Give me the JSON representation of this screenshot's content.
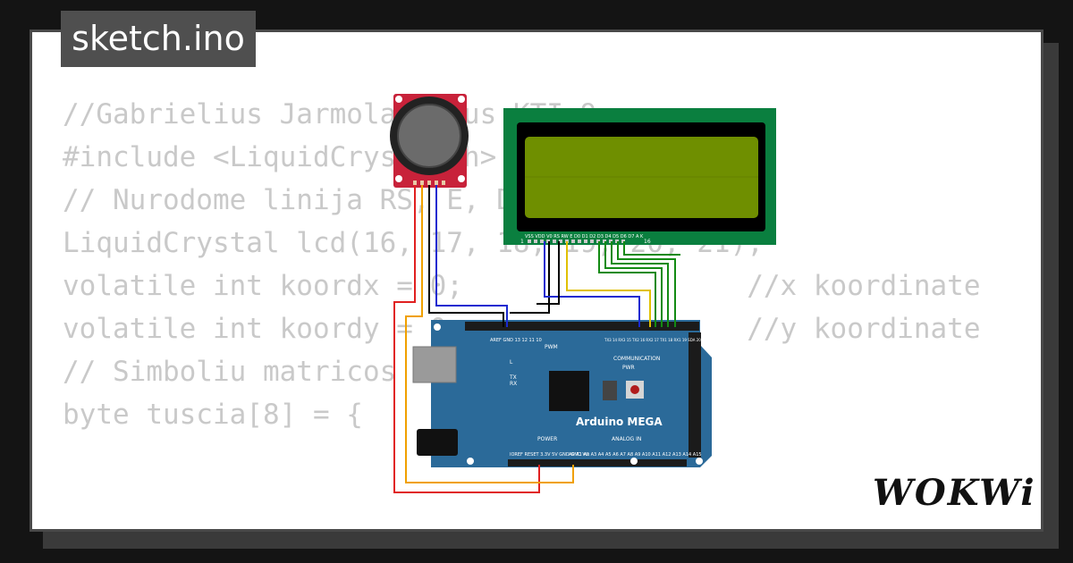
{
  "title": "sketch.ino",
  "code_lines": [
    "//Gabrielius Jarmolavičius KTI-9",
    "",
    "#include <LiquidCrystal.h>",
    "",
    "// Nurodome linija RS, E, D4, D5, D6, D7",
    "LiquidCrystal lcd(16, 17, 18, 19, 20, 21);",
    "volatile int koordx = 0;                 //x koordinate",
    "volatile int koordy = 0;                 //y koordinate",
    "",
    "// Simboliu matricos",
    "byte tuscia[8] = {"
  ],
  "board": {
    "name": "Arduino MEGA",
    "pwm_label": "PWM",
    "communication_label": "COMMUNICATION",
    "power_label": "POWER",
    "analog_label": "ANALOG IN",
    "led_l": "L",
    "led_tx": "TX",
    "led_rx": "RX",
    "pwr": "PWR",
    "top_pins_left": "AREF GND 13 12 11 10",
    "top_pins_right": "TX3 14 RX3 15 TX2 16 RX2 17 TX1 18 RX1 19 SDA 20 SCL 21",
    "power_pins": "IOREF RESET 3.3V 5V GND GND Vin",
    "analog_pins": "A0 A1 A2 A3 A4 A5 A6 A7 A8 A9 A10 A11 A12 A13 A14 A15"
  },
  "lcd": {
    "pin_labels": "VSS VDD V0 RS RW E D0 D1 D2 D3 D4 D5 D6 D7 A K",
    "pin_first": "1",
    "pin_last": "16"
  },
  "brand": "WOKWi",
  "colors": {
    "background": "#141414",
    "card": "#ffffff",
    "code_text": "#c9c9c9",
    "tab_bg": "#4f4f4f",
    "lcd_board": "#0a7f3f",
    "lcd_screen": "#6f8f00",
    "mega_board": "#2b6a99",
    "joystick_board": "#c8223a"
  }
}
